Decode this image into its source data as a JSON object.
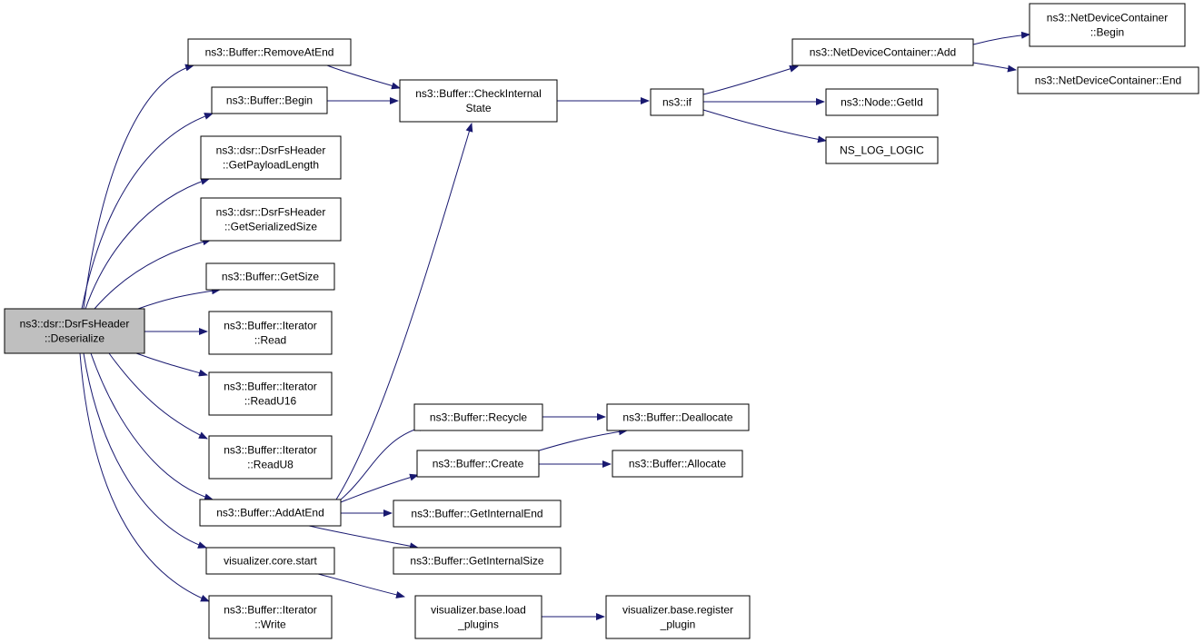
{
  "diagram": {
    "colors": {
      "edge": "#191970",
      "node_fill": "#ffffff",
      "root_fill": "#bfbfbf",
      "border": "#000000"
    },
    "nodes": [
      {
        "id": "root",
        "lines": [
          "ns3::dsr::DsrFsHeader",
          "::Deserialize"
        ],
        "root": true
      },
      {
        "id": "removeAtEnd",
        "lines": [
          "ns3::Buffer::RemoveAtEnd"
        ]
      },
      {
        "id": "begin",
        "lines": [
          "ns3::Buffer::Begin"
        ]
      },
      {
        "id": "getPayloadLength",
        "lines": [
          "ns3::dsr::DsrFsHeader",
          "::GetPayloadLength"
        ]
      },
      {
        "id": "getSerializedSize",
        "lines": [
          "ns3::dsr::DsrFsHeader",
          "::GetSerializedSize"
        ]
      },
      {
        "id": "getSize",
        "lines": [
          "ns3::Buffer::GetSize"
        ]
      },
      {
        "id": "read",
        "lines": [
          "ns3::Buffer::Iterator",
          "::Read"
        ]
      },
      {
        "id": "readU16",
        "lines": [
          "ns3::Buffer::Iterator",
          "::ReadU16"
        ]
      },
      {
        "id": "readU8",
        "lines": [
          "ns3::Buffer::Iterator",
          "::ReadU8"
        ]
      },
      {
        "id": "addAtEnd",
        "lines": [
          "ns3::Buffer::AddAtEnd"
        ]
      },
      {
        "id": "vizStart",
        "lines": [
          "visualizer.core.start"
        ]
      },
      {
        "id": "write",
        "lines": [
          "ns3::Buffer::Iterator",
          "::Write"
        ]
      },
      {
        "id": "checkInternal",
        "lines": [
          "ns3::Buffer::CheckInternal",
          "State"
        ]
      },
      {
        "id": "nsif",
        "lines": [
          "ns3::if"
        ]
      },
      {
        "id": "ndcAdd",
        "lines": [
          "ns3::NetDeviceContainer::Add"
        ]
      },
      {
        "id": "ndcBegin",
        "lines": [
          "ns3::NetDeviceContainer",
          "::Begin"
        ]
      },
      {
        "id": "ndcEnd",
        "lines": [
          "ns3::NetDeviceContainer::End"
        ]
      },
      {
        "id": "nodeGetId",
        "lines": [
          "ns3::Node::GetId"
        ]
      },
      {
        "id": "nsLogLogic",
        "lines": [
          "NS_LOG_LOGIC"
        ]
      },
      {
        "id": "recycle",
        "lines": [
          "ns3::Buffer::Recycle"
        ]
      },
      {
        "id": "create",
        "lines": [
          "ns3::Buffer::Create"
        ]
      },
      {
        "id": "getInternalEnd",
        "lines": [
          "ns3::Buffer::GetInternalEnd"
        ]
      },
      {
        "id": "getInternalSize",
        "lines": [
          "ns3::Buffer::GetInternalSize"
        ]
      },
      {
        "id": "deallocate",
        "lines": [
          "ns3::Buffer::Deallocate"
        ]
      },
      {
        "id": "allocate",
        "lines": [
          "ns3::Buffer::Allocate"
        ]
      },
      {
        "id": "loadPlugins",
        "lines": [
          "visualizer.base.load",
          "_plugins"
        ]
      },
      {
        "id": "registerPlugin",
        "lines": [
          "visualizer.base.register",
          "_plugin"
        ]
      }
    ],
    "edges": [
      {
        "from": "root",
        "to": "removeAtEnd"
      },
      {
        "from": "root",
        "to": "begin"
      },
      {
        "from": "root",
        "to": "getPayloadLength"
      },
      {
        "from": "root",
        "to": "getSerializedSize"
      },
      {
        "from": "root",
        "to": "getSize"
      },
      {
        "from": "root",
        "to": "read"
      },
      {
        "from": "root",
        "to": "readU16"
      },
      {
        "from": "root",
        "to": "readU8"
      },
      {
        "from": "root",
        "to": "addAtEnd"
      },
      {
        "from": "root",
        "to": "vizStart"
      },
      {
        "from": "root",
        "to": "write"
      },
      {
        "from": "removeAtEnd",
        "to": "checkInternal"
      },
      {
        "from": "begin",
        "to": "checkInternal"
      },
      {
        "from": "addAtEnd",
        "to": "checkInternal"
      },
      {
        "from": "checkInternal",
        "to": "nsif"
      },
      {
        "from": "nsif",
        "to": "ndcAdd"
      },
      {
        "from": "nsif",
        "to": "nodeGetId"
      },
      {
        "from": "nsif",
        "to": "nsLogLogic"
      },
      {
        "from": "ndcAdd",
        "to": "ndcBegin"
      },
      {
        "from": "ndcAdd",
        "to": "ndcEnd"
      },
      {
        "from": "addAtEnd",
        "to": "recycle"
      },
      {
        "from": "addAtEnd",
        "to": "create"
      },
      {
        "from": "addAtEnd",
        "to": "getInternalEnd"
      },
      {
        "from": "addAtEnd",
        "to": "getInternalSize"
      },
      {
        "from": "recycle",
        "to": "deallocate"
      },
      {
        "from": "create",
        "to": "deallocate"
      },
      {
        "from": "create",
        "to": "allocate"
      },
      {
        "from": "vizStart",
        "to": "loadPlugins"
      },
      {
        "from": "loadPlugins",
        "to": "registerPlugin"
      }
    ]
  }
}
